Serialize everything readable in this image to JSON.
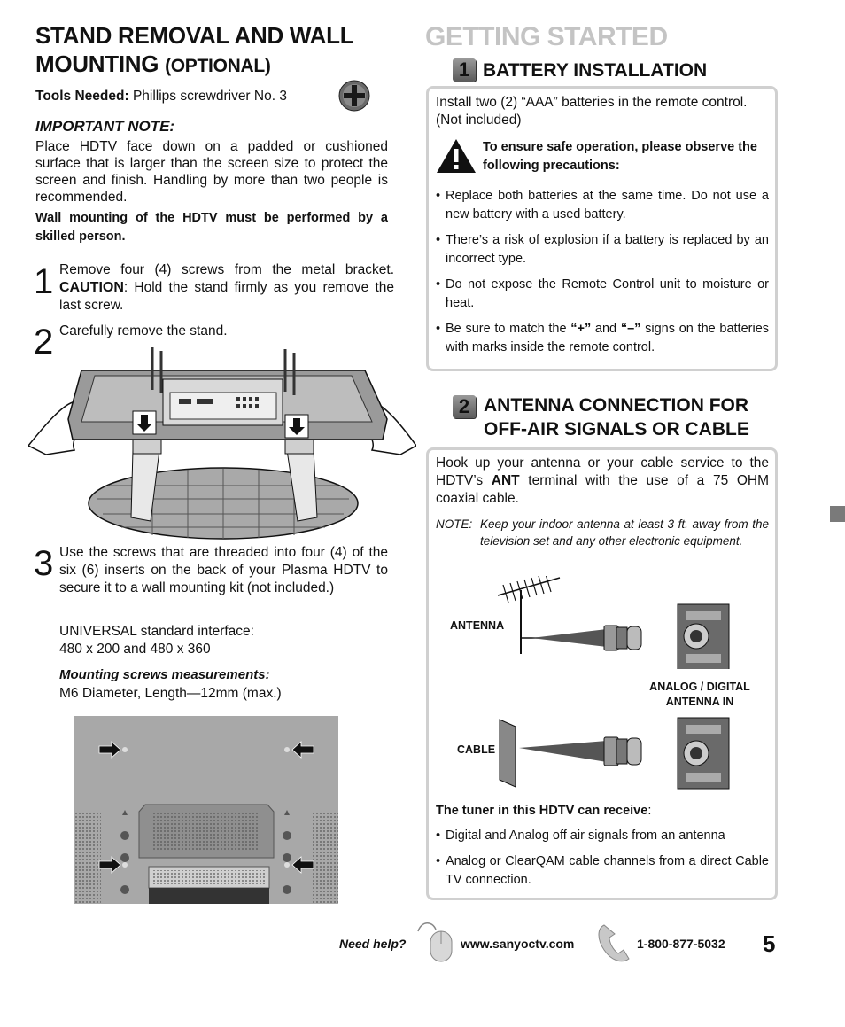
{
  "left": {
    "title_line1": "STAND REMOVAL AND WALL",
    "title_line2": "MOUNTING",
    "title_optional": "(OPTIONAL)",
    "tools_label": "Tools Needed:",
    "tools_value": "Phillips screwdriver No. 3",
    "important_heading": "IMPORTANT NOTE:",
    "important_pre": "Place HDTV",
    "important_underline": "face down",
    "important_post": "on a padded or cushioned surface that is larger than the screen size to protect the screen and finish. Handling by more than two people is recommended.",
    "wall_warning": "Wall mounting of the HDTV must be performed by a skilled person.",
    "step1_num": "1",
    "step1_text": "Remove four (4) screws from the metal bracket.",
    "step1_caution_label": "CAUTION",
    "step1_caution_text": ": Hold the stand firmly as you remove the last screw.",
    "step2_num": "2",
    "step2_text": "Carefully remove the stand.",
    "step3_num": "3",
    "step3_text": "Use the screws that are threaded into four (4) of the six (6) inserts on the back of your Plasma HDTV to secure it to a wall mounting kit (not included.)",
    "interface_label": "UNIVERSAL standard interface:",
    "interface_value": "480 x 200 and 480 x 360",
    "screws_heading": "Mounting screws measurements:",
    "screws_value": "M6 Diameter, Length—12mm (max.)"
  },
  "right": {
    "page_heading": "GETTING STARTED",
    "sec1_badge": "1",
    "sec1_title": "BATTERY INSTALLATION",
    "sec1_intro": "Install two (2) “AAA” batteries in the remote control. (Not included)",
    "sec1_warning": "To ensure safe operation, please observe the following precautions:",
    "sec1_bullets": [
      "Replace both batteries at the same time. Do not use a new battery with a used battery.",
      "There’s a risk of explosion if a battery is replaced by an incorrect type.",
      "Do not expose the Remote Control unit to moisture or heat."
    ],
    "sec1_bullet4_pre": "Be sure to match the",
    "sec1_bullet4_plus": "“+”",
    "sec1_bullet4_and": "and",
    "sec1_bullet4_minus": "“–”",
    "sec1_bullet4_post": "signs on the batteries with marks inside the remote control.",
    "sec2_badge": "2",
    "sec2_title_line1": "ANTENNA CONNECTION FOR",
    "sec2_title_line2": "OFF-AIR SIGNALS OR CABLE",
    "sec2_intro_pre": "Hook up your antenna or your cable service to the HDTV’s",
    "sec2_intro_bold": "ANT",
    "sec2_intro_post": "terminal with the use of a 75 OHM coaxial cable.",
    "note_label": "NOTE",
    "note_text": "Keep your indoor antenna at least 3 ft. away from the television set and any other electronic equipment.",
    "label_antenna": "ANTENNA",
    "label_cable": "CABLE",
    "label_analog_line1": "ANALOG / DIGITAL",
    "label_analog_line2": "ANTENNA IN",
    "tuner_heading": "The tuner in this HDTV can receive",
    "tuner_bullets": [
      "Digital and Analog off air signals from an antenna",
      "Analog or ClearQAM cable channels from a direct Cable TV connection."
    ]
  },
  "footer": {
    "need_help": "Need help?",
    "website": "www.sanyoctv.com",
    "phone": "1-800-877-5032",
    "page_number": "5"
  }
}
